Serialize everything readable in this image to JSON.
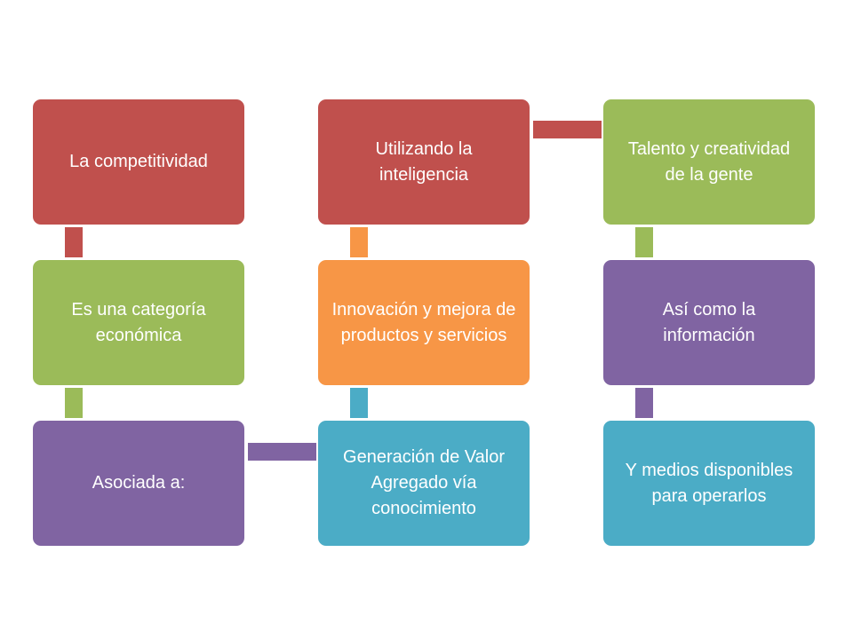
{
  "colors": {
    "red": "#c0504d",
    "green": "#9bbb59",
    "purple": "#8064a2",
    "orange": "#f79646",
    "blue": "#4bacc6"
  },
  "boxes": [
    {
      "text": "La competitividad"
    },
    {
      "text": "Es una categoría económica"
    },
    {
      "text": "Asociada a:"
    },
    {
      "text": "Generación de Valor Agregado vía conocimiento"
    },
    {
      "text": "Innovación y mejora de productos y servicios"
    },
    {
      "text": "Utilizando la inteligencia"
    },
    {
      "text": "Talento y creatividad de la gente"
    },
    {
      "text": "Así como la información"
    },
    {
      "text": "Y medios disponibles para operarlos"
    }
  ]
}
